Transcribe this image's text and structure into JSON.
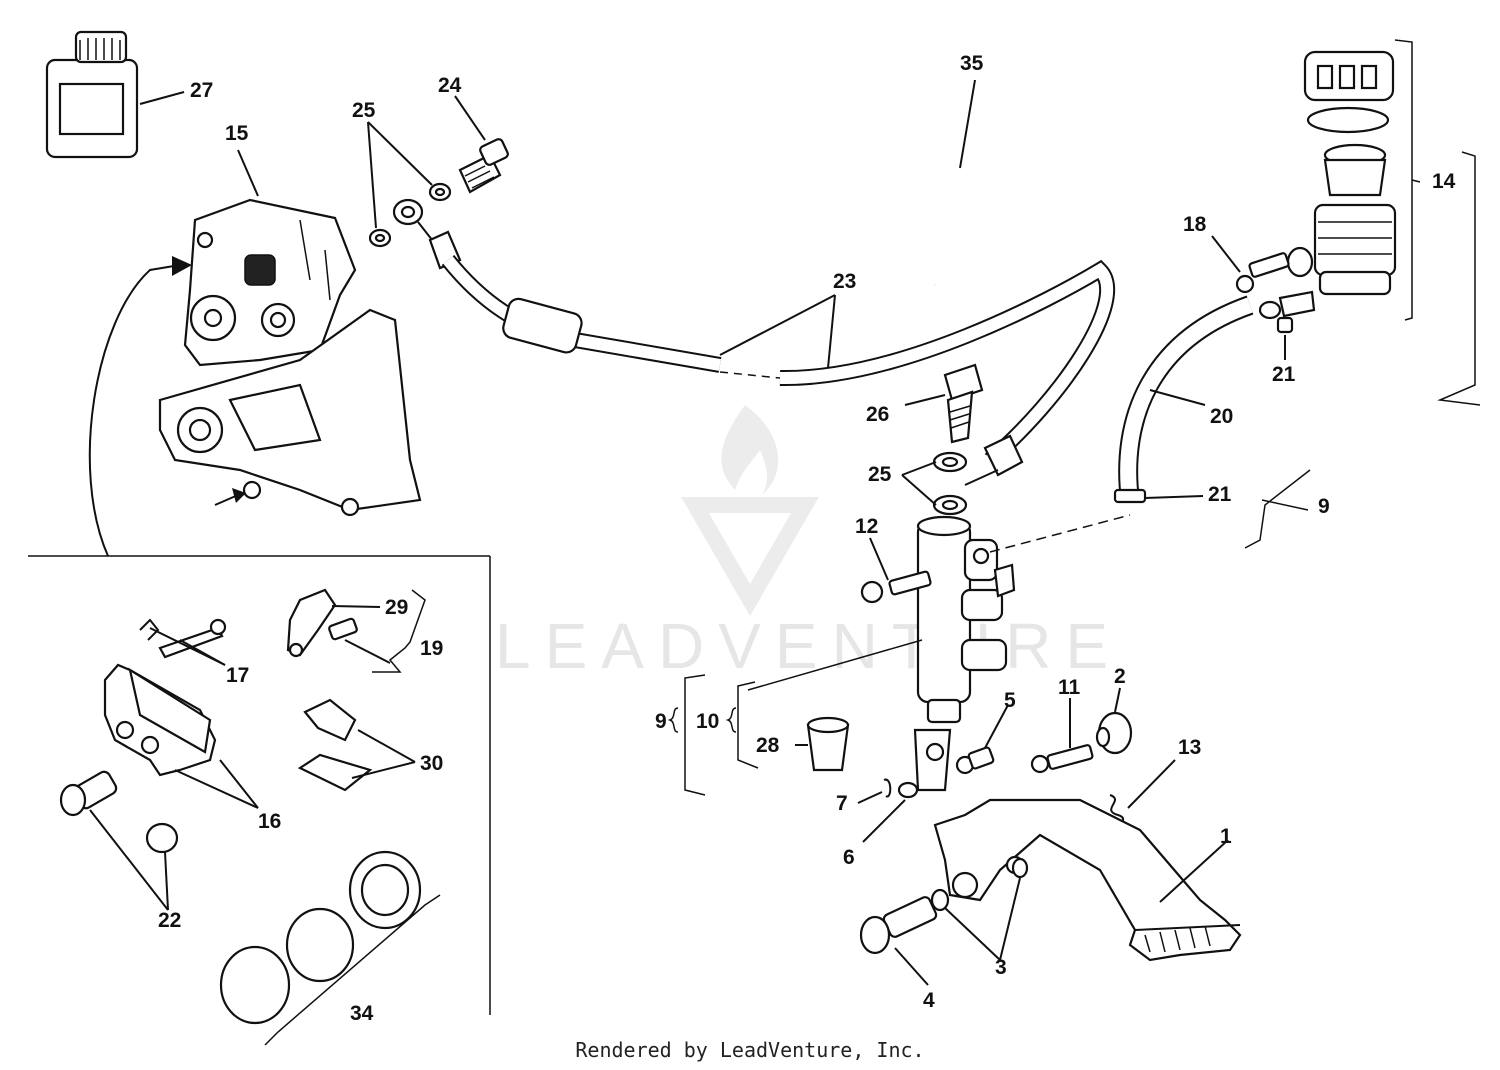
{
  "footer": {
    "text": "Rendered by LeadVenture, Inc."
  },
  "watermark": {
    "text": "LEADVENTURE"
  },
  "labels": {
    "l1": "1",
    "l2": "2",
    "l3": "3",
    "l4": "4",
    "l5": "5",
    "l6": "6",
    "l7": "7",
    "l9a": "9",
    "l9b": "9",
    "l10": "10",
    "l11": "11",
    "l12": "12",
    "l13": "13",
    "l14": "14",
    "l15": "15",
    "l16": "16",
    "l17": "17",
    "l18": "18",
    "l19": "19",
    "l20": "20",
    "l21a": "21",
    "l21b": "21",
    "l22": "22",
    "l23": "23",
    "l24": "24",
    "l25a": "25",
    "l25b": "25",
    "l26": "26",
    "l27": "27",
    "l28": "28",
    "l29": "29",
    "l30": "30",
    "l34": "34",
    "l35": "35"
  },
  "colors": {
    "ink": "#111111",
    "watermark": "#e6e6e6",
    "background": "#ffffff"
  }
}
